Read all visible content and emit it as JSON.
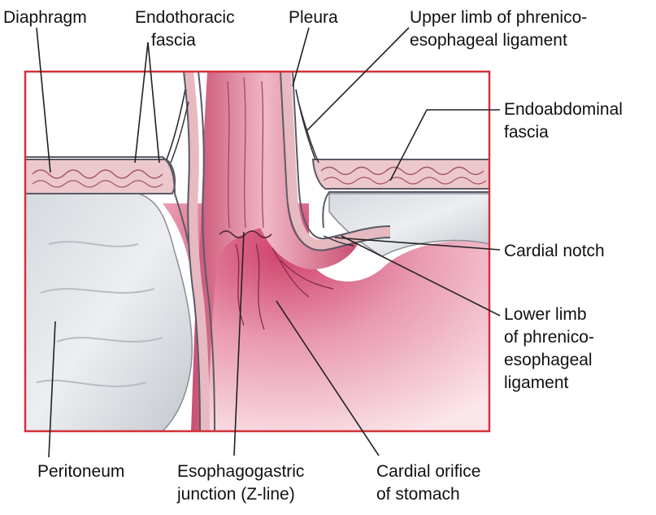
{
  "labels": {
    "diaphragm": "Diaphragm",
    "endothoracic_1": "Endothoracic",
    "endothoracic_2": "fascia",
    "pleura": "Pleura",
    "upper_limb_1": "Upper limb of phrenico-",
    "upper_limb_2": "esophageal ligament",
    "endoabdominal_1": "Endoabdominal",
    "endoabdominal_2": "fascia",
    "cardial_notch": "Cardial notch",
    "lower_limb_1": "Lower limb",
    "lower_limb_2": "of phrenico-",
    "lower_limb_3": "esophageal",
    "lower_limb_4": "ligament",
    "peritoneum": "Peritoneum",
    "egj_1": "Esophagogastric",
    "egj_2": "junction (Z-line)",
    "cardial_orifice_1": "Cardial orifice",
    "cardial_orifice_2": "of stomach"
  },
  "colors": {
    "frame": "#d3323a",
    "muscle": "#ecc8cc",
    "tissue": "#d85c80",
    "peritoneal": "#c9ccd1",
    "fascia": "#5a5a66",
    "leader": "#222222"
  }
}
